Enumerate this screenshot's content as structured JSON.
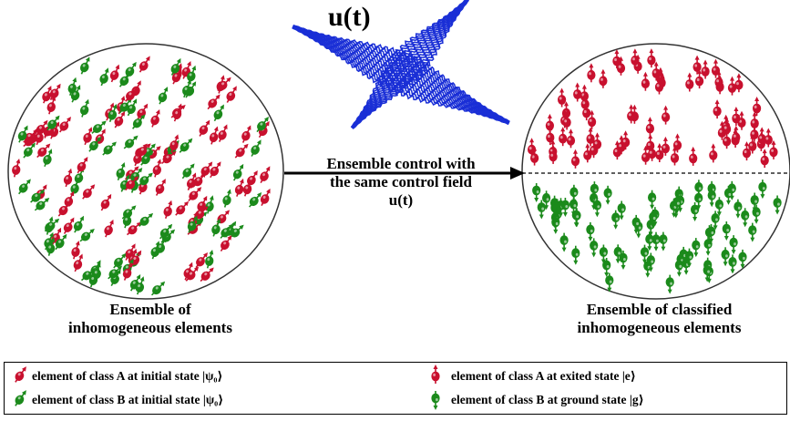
{
  "pulse": {
    "label": "u(t)",
    "color": "#1a2fd6"
  },
  "arrow_caption": [
    "Ensemble control with",
    "the same control field",
    "u(t)"
  ],
  "left_ensemble": {
    "caption": [
      "Ensemble of",
      "inhomogeneous elements"
    ]
  },
  "right_ensemble": {
    "caption": [
      "Ensemble of classified",
      "inhomogeneous elements"
    ]
  },
  "colors": {
    "class_a": "#c8102e",
    "class_b": "#1b8a1b"
  },
  "legend": [
    {
      "text": "element of class A at initial state |ψ₀⟩",
      "class": "A",
      "state": "initial"
    },
    {
      "text": "element of class A at exited state  |e⟩",
      "class": "A",
      "state": "excited"
    },
    {
      "text": "element of class B at initial state |ψ₀⟩",
      "class": "B",
      "state": "initial"
    },
    {
      "text": "element of class B at ground state |g⟩",
      "class": "B",
      "state": "ground"
    }
  ]
}
